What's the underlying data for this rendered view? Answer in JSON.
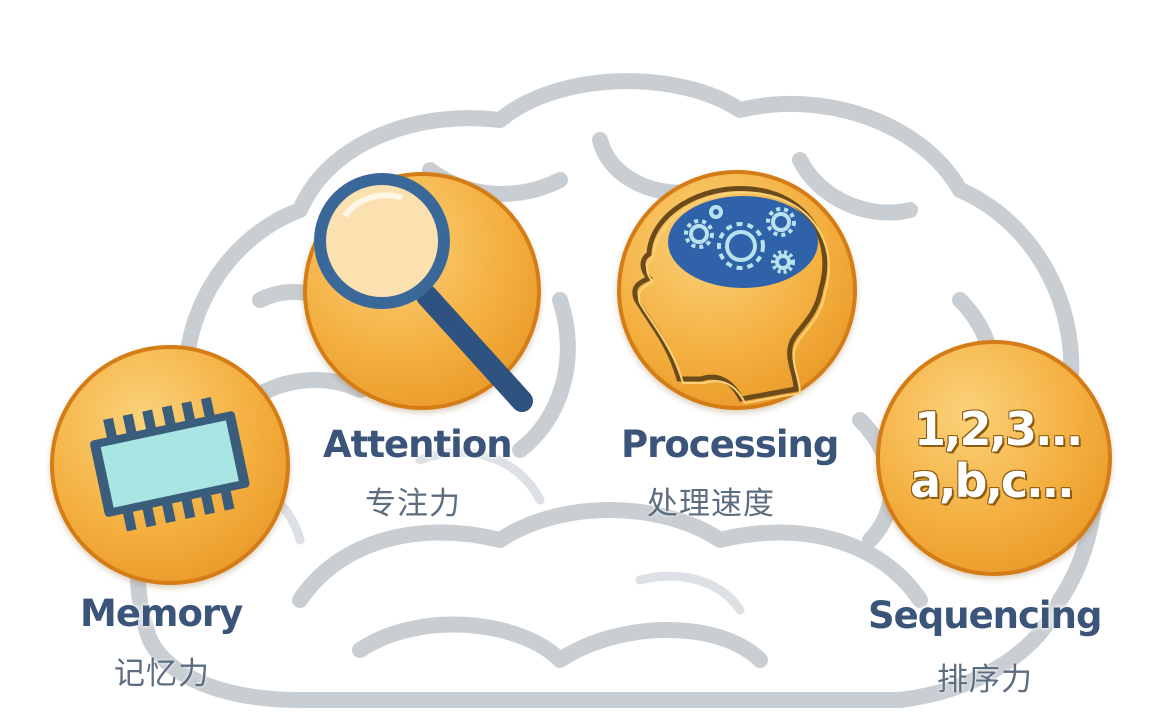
{
  "colors": {
    "coin_fill": "#f3ad3c",
    "coin_border": "#d47c16",
    "label_text": "#3b5479",
    "sublabel_text": "#5d6d80",
    "brain_outline": "#c9ced3",
    "chip_body": "#a9e6e3",
    "gear_blue": "#2f62a8"
  },
  "icons": {
    "memory": "memory-chip-icon",
    "attention": "magnifying-glass-icon",
    "processing": "head-gears-icon"
  },
  "nodes": {
    "memory": {
      "title": "Memory",
      "subtitle": "记忆力"
    },
    "attention": {
      "title": "Attention",
      "subtitle": "专注力"
    },
    "processing": {
      "title": "Processing",
      "subtitle": "处理速度"
    },
    "sequencing": {
      "title": "Sequencing",
      "subtitle": "排序力",
      "line1": "1,2,3...",
      "line2": "a,b,c..."
    }
  }
}
